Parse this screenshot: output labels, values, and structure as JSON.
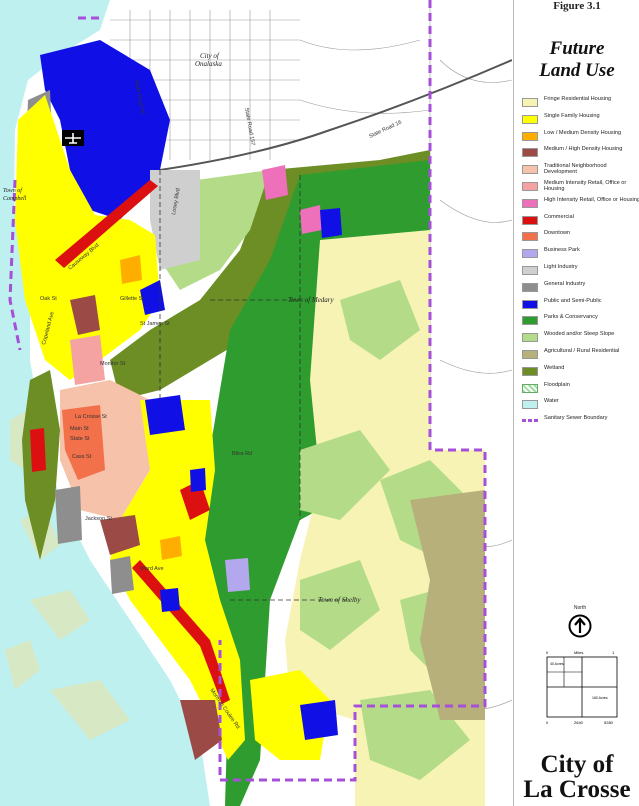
{
  "page": {
    "corner_text": "Figure 3.1"
  },
  "legend": {
    "title_line1": "Future",
    "title_line2": "Land Use",
    "items": [
      {
        "label": "Fringe Residential Housing",
        "color": "#f6f3b4"
      },
      {
        "label": "Single Family Housing",
        "color": "#ffff00"
      },
      {
        "label": "Low / Medium Density Housing",
        "color": "#ffae00"
      },
      {
        "label": "Medium / High Density Housing",
        "color": "#9b4a46"
      },
      {
        "label": "Traditional Neighborhood Development",
        "color": "#f7c2aa"
      },
      {
        "label": "Medium Intensity Retail, Office or Housing",
        "color": "#f4a2a2"
      },
      {
        "label": "High Intensity Retail, Office or Housing",
        "color": "#ee6fba"
      },
      {
        "label": "Commercial",
        "color": "#dc1010"
      },
      {
        "label": "Downtown",
        "color": "#f2704a"
      },
      {
        "label": "Business Park",
        "color": "#b3a7ee"
      },
      {
        "label": "Light Industry",
        "color": "#cfcfcf"
      },
      {
        "label": "General Industry",
        "color": "#8e8e8e"
      },
      {
        "label": "Public and Semi-Public",
        "color": "#1010e6"
      },
      {
        "label": "Parks & Conservancy",
        "color": "#2e9c2e"
      },
      {
        "label": "Wooded and/or Steep Slope",
        "color": "#b4dc88"
      },
      {
        "label": "Agricultural / Rural Residential",
        "color": "#b7b07a"
      },
      {
        "label": "Wetland",
        "color": "#6c8e24"
      },
      {
        "label": "Floodplain",
        "color": "#9edc9e"
      },
      {
        "label": "Water",
        "color": "#bff0f0"
      },
      {
        "label": "Sanitary Sewer Boundary",
        "color": "#a64fd8"
      }
    ]
  },
  "map_labels": {
    "city_onalaska_1": "City of",
    "city_onalaska_2": "Onalaska",
    "town_medary": "Town of Medary",
    "town_shelby": "Town of Shelby",
    "town_campbell_1": "Town of",
    "town_campbell_2": "Campbell",
    "hwy_state_road_16": "State Road 16",
    "hwy_state_road_35": "State Road 35",
    "hwy_state_road_157": "State Road 157",
    "road_losey": "Losey Blvd",
    "road_main": "Main St",
    "road_cass": "Cass St",
    "road_st_james": "St James St",
    "road_monitor": "Monitor St",
    "road_causeway": "Causeway Blvd",
    "road_gillette": "Gillette St",
    "road_state": "State St",
    "road_mormon_coulee": "Mormon Coulee Rd",
    "road_bliss": "Bliss Rd",
    "road_ward": "Ward Ave",
    "road_lacrosse": "La Crosse St",
    "road_copeland": "Copeland Ave",
    "road_oak": "Oak St",
    "road_jackson": "Jackson St"
  },
  "inset": {
    "north_label": "North",
    "scale_label": "Miles",
    "scale_zero": "0",
    "scale_one": "1",
    "feet_mid": "2640",
    "feet_end": "5280",
    "acres_40": "40 Acres",
    "acres_160": "160 Acres"
  },
  "city": {
    "line1": "City of",
    "line2": "La Crosse"
  }
}
